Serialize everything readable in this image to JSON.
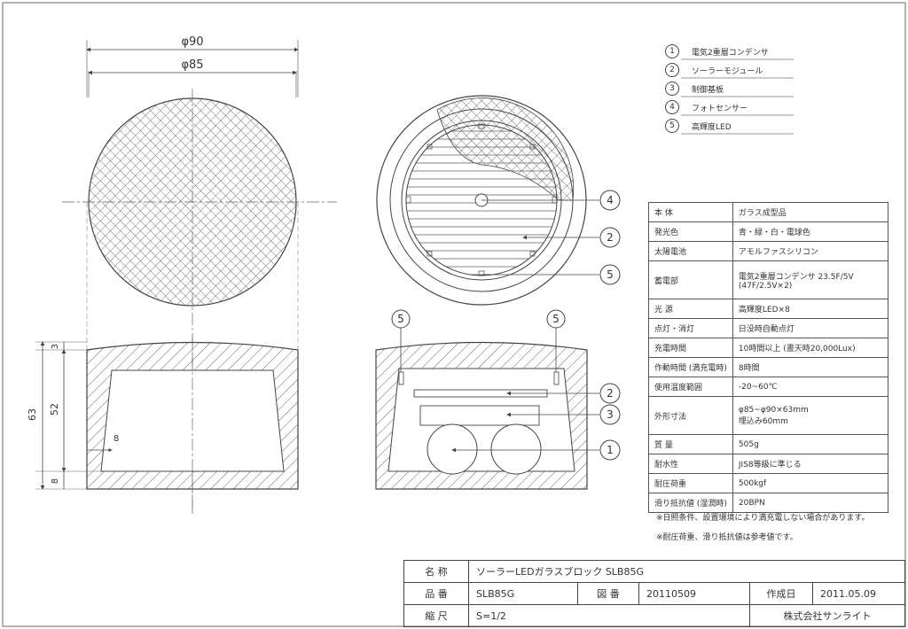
{
  "dimensions": {
    "dia_outer": "φ90",
    "dia_inner": "φ85",
    "total_height": "63",
    "body_height": "52",
    "top_thickness": "3",
    "bottom_thickness": "8",
    "wall_thickness": "8"
  },
  "legend": [
    {
      "num": "1",
      "label": "電気2重層コンデンサ"
    },
    {
      "num": "2",
      "label": "ソーラーモジュール"
    },
    {
      "num": "3",
      "label": "制御基板"
    },
    {
      "num": "4",
      "label": "フォトセンサー"
    },
    {
      "num": "5",
      "label": "高輝度LED"
    }
  ],
  "callouts": {
    "c1": "1",
    "c2": "2",
    "c3": "3",
    "c4": "4",
    "c5": "5"
  },
  "spec_table": [
    {
      "key": "本 体",
      "val": "ガラス成型品"
    },
    {
      "key": "発光色",
      "val": "青・緑・白・電球色"
    },
    {
      "key": "太陽電池",
      "val": "アモルファスシリコン"
    },
    {
      "key": "蓄電部",
      "val": "電気2重層コンデンサ 23.5F/5V",
      "val2": "(47F/2.5V×2)"
    },
    {
      "key": "光 源",
      "val": "高輝度LED×8"
    },
    {
      "key": "点灯・消灯",
      "val": "日没時自動点灯"
    },
    {
      "key": "充電時間",
      "val": "10時間以上 (晝天時20,000Lux)"
    },
    {
      "key": "作動時間 (満充電時)",
      "val": "8時間"
    },
    {
      "key": "使用温度範囲",
      "val": "-20~60℃"
    },
    {
      "key": "外形寸法",
      "val": "φ85~φ90×63mm",
      "val2": "埋込み60mm"
    },
    {
      "key": "質 量",
      "val": "505g"
    },
    {
      "key": "耐水性",
      "val": "JIS8等級に準じる"
    },
    {
      "key": "耐圧荷重",
      "val": "500kgf"
    },
    {
      "key": "滑り抵抗値 (湿潤時)",
      "val": "20BPN"
    }
  ],
  "notes": [
    "※日照条件、設置環境により満充電しない場合があります。",
    "※耐圧荷重、滑り抵抗値は参考値です。"
  ],
  "title_block": {
    "name_label": "名 称",
    "name_value": "ソーラーLEDガラスブロック SLB85G",
    "part_label": "品 番",
    "part_value": "SLB85G",
    "drawing_label": "図 番",
    "drawing_value": "20110509",
    "date_label": "作成日",
    "date_value": "2011.05.09",
    "scale_label": "縮 尺",
    "scale_value": "S=1/2",
    "company": "株式会社サンライト"
  },
  "colors": {
    "line": "#444444",
    "hatch": "#555555"
  }
}
